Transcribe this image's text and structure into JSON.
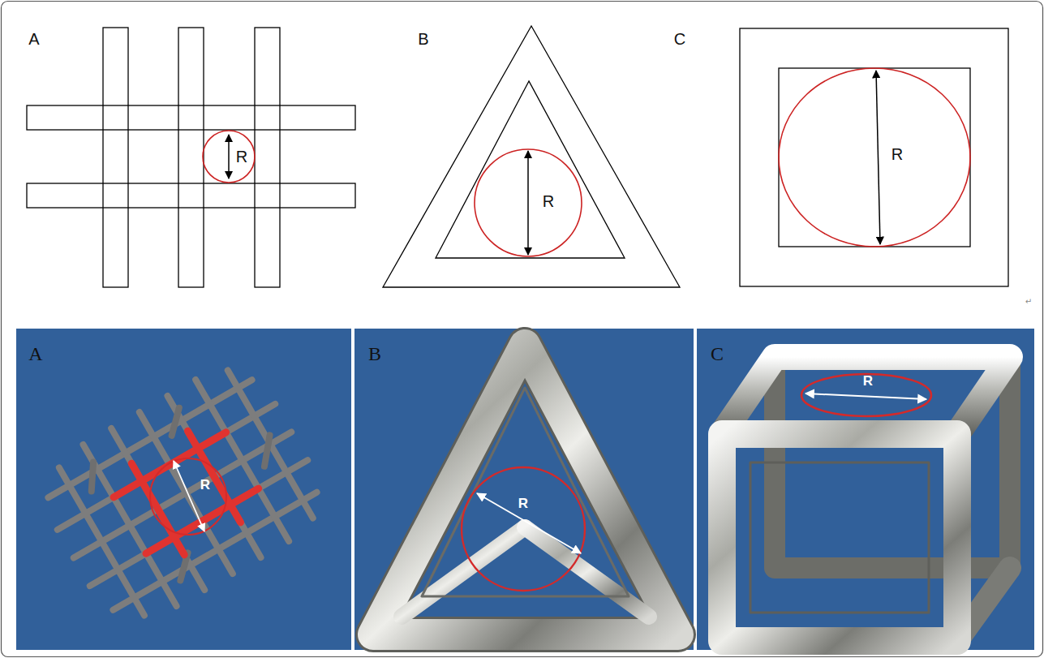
{
  "diagram": {
    "labels": [
      "A",
      "R",
      "B",
      "R",
      "C",
      "R",
      "A",
      "R",
      "B",
      "R",
      "C",
      "R",
      "↵"
    ]
  }
}
